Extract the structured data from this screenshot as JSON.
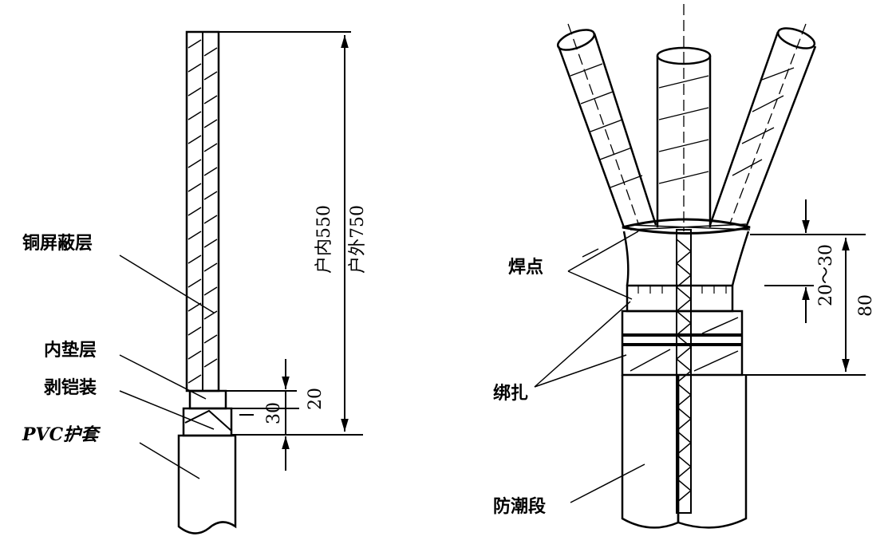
{
  "left_figure": {
    "labels": {
      "copper_shield": "铜屏蔽层",
      "inner_liner": "内垫层",
      "stripped_armor": "剥铠装",
      "pvc_sheath": "PVC护套"
    },
    "dimensions": {
      "indoor": "户内550",
      "outdoor": "户外750",
      "d30": "30",
      "d20": "20"
    }
  },
  "right_figure": {
    "labels": {
      "weld_point": "焊点",
      "binding": "绑扎",
      "moisture_section": "防潮段"
    },
    "dimensions": {
      "d20_30": "20～30",
      "d80": "80"
    }
  }
}
